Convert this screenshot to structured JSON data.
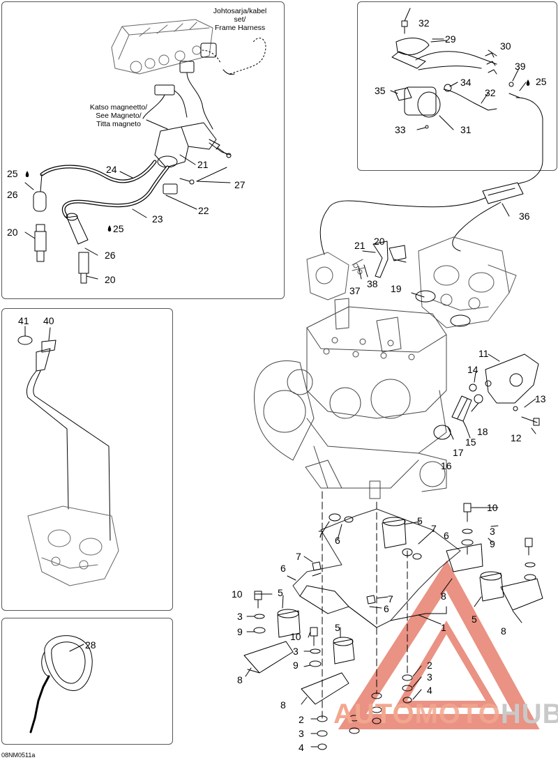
{
  "notes": {
    "frame_harness": "Johtosarja/kabel set/\nFrame Harness",
    "see_magneto": "Katso magneetto/\nSee Magneto/\nTitta magneto"
  },
  "figure_code": "08NM0511a",
  "watermark": {
    "text": "AUTOMOTOHUB",
    "part1": "AUTO",
    "part2": "MOTO",
    "part3": "HUB"
  },
  "colors": {
    "watermark_red": "#d9381e",
    "watermark_gray": "#b0b0b0",
    "line": "#000000"
  },
  "callouts": {
    "p1": {
      "c25a": "25",
      "c26a": "26",
      "c20a": "20",
      "c24": "24",
      "c21": "21",
      "c27": "27",
      "c22": "22",
      "c23": "23",
      "c25b": "25",
      "c26b": "26",
      "c20b": "20"
    },
    "p2": {
      "c32a": "32",
      "c29": "29",
      "c30": "30",
      "c39": "39",
      "c25": "25",
      "c35": "35",
      "c34": "34",
      "c32b": "32",
      "c33": "33",
      "c31": "31"
    },
    "main": {
      "c36": "36",
      "c21": "21",
      "c20": "20",
      "c37": "37",
      "c38": "38",
      "c19": "19",
      "c11": "11",
      "c14": "14",
      "c13": "13",
      "c18": "18",
      "c12": "12",
      "c15": "15",
      "c17": "17",
      "c16": "16",
      "c7a": "7",
      "c6a": "6",
      "c5a": "5",
      "c7b": "7",
      "c6b": "6",
      "c10a": "10",
      "c3a": "3",
      "c9a": "9",
      "c7c": "7",
      "c6c": "6",
      "c5b": "5",
      "c7d": "7",
      "c6d": "6",
      "c10b": "10",
      "c3b": "3",
      "c9b": "9",
      "c8a": "8",
      "c5c": "5",
      "c10c": "10",
      "c3c": "3",
      "c9c": "9",
      "c8b": "8",
      "c1": "1",
      "c5d": "5",
      "c8c": "8",
      "c8d": "8",
      "c2a": "2",
      "c3d": "3",
      "c4a": "4",
      "c2b": "2",
      "c3e": "3",
      "c4b": "4"
    },
    "p3": {
      "c41": "41",
      "c40": "40"
    },
    "p4": {
      "c28": "28"
    }
  }
}
